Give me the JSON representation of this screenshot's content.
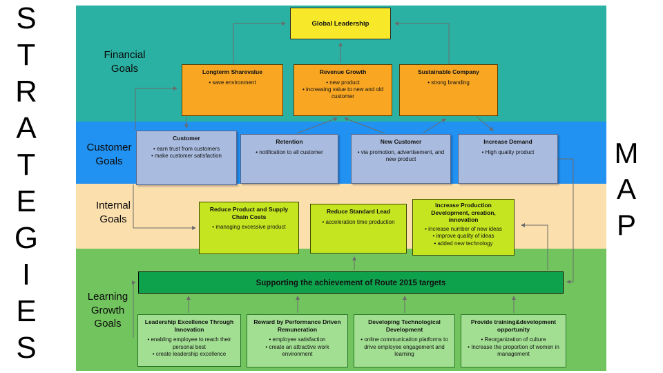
{
  "side_labels": {
    "left": "S\nT\nR\nA\nT\nE\nG\nI\nE\nS",
    "right": "M\nA\nP"
  },
  "bands": {
    "financial": {
      "label": "Financial\nGoals",
      "color": "#2ab1a3"
    },
    "customer": {
      "label": "Customer\nGoals",
      "color": "#2191f2"
    },
    "internal": {
      "label": "Internal\nGoals",
      "color": "#fbdfad"
    },
    "learning": {
      "label": "Learning\nGrowth\nGoals",
      "color": "#72c55e"
    }
  },
  "colors": {
    "yellow_node": "#f7e829",
    "orange_node": "#f9a623",
    "customer_node": "#a9bbdf",
    "internal_node": "#c5e521",
    "banner_node": "#0fa24d",
    "learning_node": "#a2df92",
    "connector": "#6b6b6b"
  },
  "boxes": {
    "global_leadership": {
      "title": "Global Leadership"
    },
    "longterm": {
      "title": "Longterm Sharevalue",
      "bullets": [
        "save environment"
      ]
    },
    "revenue": {
      "title": "Revenue Growth",
      "bullets": [
        "new product",
        "increasing value to new and old customer"
      ]
    },
    "sustainable": {
      "title": "Sustainable Company",
      "bullets": [
        "strong branding"
      ]
    },
    "customer": {
      "title": "Customer",
      "bullets": [
        "earn trust from customers",
        "make customer satisfaction"
      ]
    },
    "retention": {
      "title": "Retention",
      "bullets": [
        "notification to all customer"
      ]
    },
    "new_customer": {
      "title": "New Customer",
      "bullets": [
        "via promotion, advertisement, and new product"
      ]
    },
    "increase_demand": {
      "title": "Increase Demand",
      "bullets": [
        "High quality product"
      ]
    },
    "reduce_product": {
      "title": "Reduce Product and Supply Chain Costs",
      "bullets": [
        "managing excessive product"
      ]
    },
    "reduce_standard": {
      "title": "Reduce Standard Lead",
      "bullets": [
        "acceleration time production"
      ]
    },
    "increase_production": {
      "title": "Increase Production Development, creation, innovation",
      "bullets": [
        "increase number of new ideas",
        "improve quality of ideas",
        "added new technology"
      ]
    },
    "banner": {
      "title": "Supporting the achievement of Route 2015 targets"
    },
    "leadership_excellence": {
      "title": "Leadership Excellence Through Innovation",
      "bullets": [
        "enabling employee to reach their personal best",
        "create leadership excellence"
      ]
    },
    "reward": {
      "title": "Reward by Performance Driven Remuneration",
      "bullets": [
        "employee satisfaction",
        "create an attractive work environment"
      ]
    },
    "developing_tech": {
      "title": "Developing Technological Development",
      "bullets": [
        "online communication platforms to drive employee engagement and learning"
      ]
    },
    "provide_training": {
      "title": "Provide training&development opportunity",
      "bullets": [
        "Reorganization of culture",
        "Increase the proportion of women in management"
      ]
    }
  }
}
